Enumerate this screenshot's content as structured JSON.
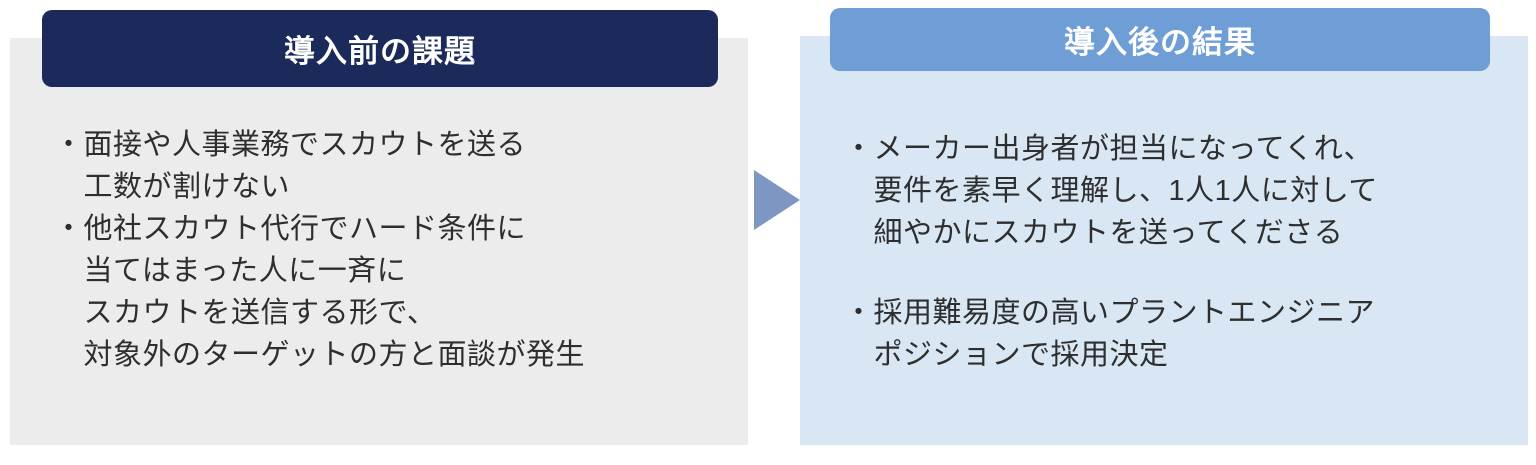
{
  "bullet": "・",
  "arrow": {
    "color": "#7d96c2"
  },
  "colors": {
    "before_header_bg": "#1b2a5a",
    "before_body_bg": "#ececec",
    "after_header_bg": "#6f9ed6",
    "after_body_bg": "#d9e6f4",
    "header_text": "#ffffff",
    "body_text": "#2e2e2e"
  },
  "panels": {
    "before": {
      "header": "導入前の課題",
      "items": [
        {
          "lines": [
            "面接や人事業務でスカウトを送る",
            "工数が割けない"
          ]
        },
        {
          "lines": [
            "他社スカウト代行でハード条件に",
            "当てはまった人に一斉に",
            "スカウトを送信する形で、",
            "対象外のターゲットの方と面談が発生"
          ]
        }
      ]
    },
    "after": {
      "header": "導入後の結果",
      "items": [
        {
          "lines": [
            "メーカー出身者が担当になってくれ、",
            "要件を素早く理解し、1人1人に対して",
            "細やかにスカウトを送ってくださる"
          ]
        },
        {
          "lines": [
            "採用難易度の高いプラントエンジニア",
            "ポジションで採用決定"
          ]
        }
      ]
    }
  }
}
